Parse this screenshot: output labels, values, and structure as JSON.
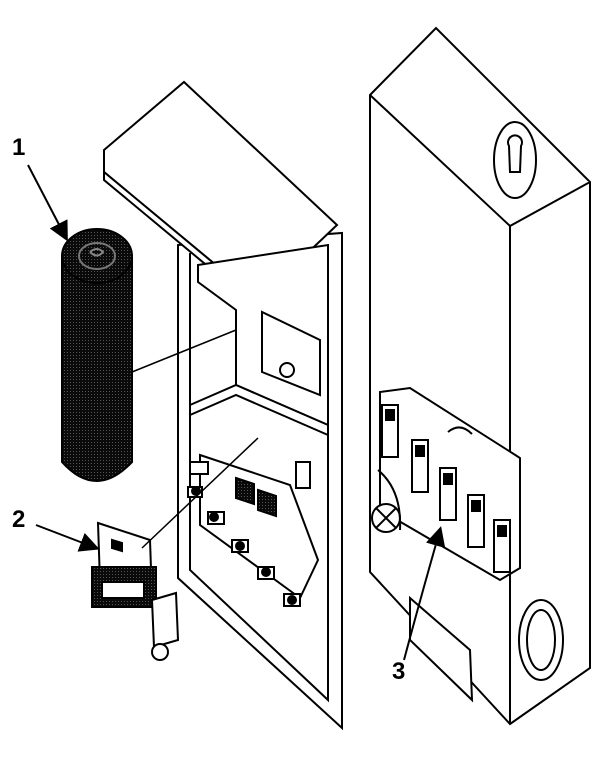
{
  "callouts": {
    "part1": "1",
    "part2": "2",
    "part3": "3"
  },
  "colors": {
    "line": "#000000",
    "fill": "#ffffff",
    "dark": "#111111"
  }
}
